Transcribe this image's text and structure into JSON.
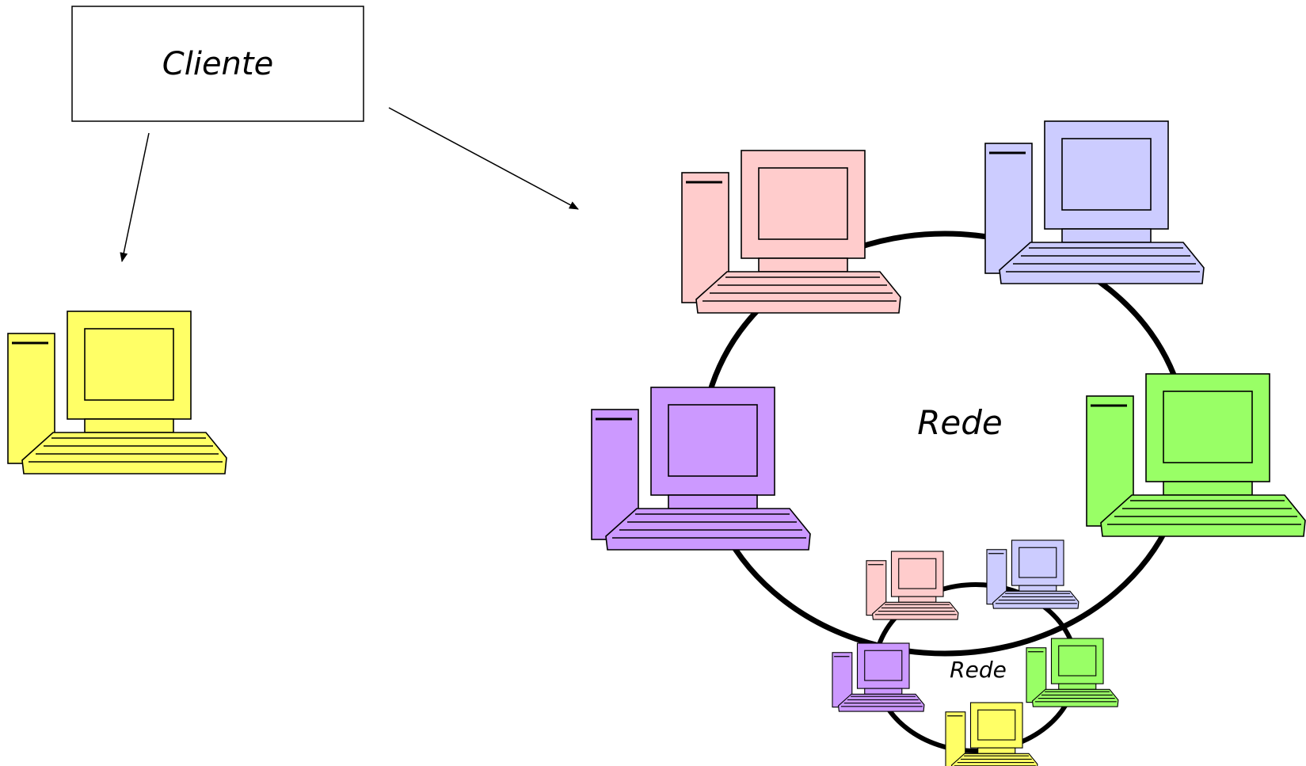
{
  "client_box": {
    "label": "Cliente"
  },
  "network_large": {
    "label": "Rede"
  },
  "network_small": {
    "label": "Rede"
  },
  "colors": {
    "yellow": "#FFFF66",
    "pink": "#FFCCCC",
    "lavender": "#CCCCFF",
    "purple": "#CC99FF",
    "green": "#99FF66",
    "outline": "#000000",
    "ring": "#000000"
  },
  "computers": [
    {
      "name": "client-computer",
      "color": "yellow"
    },
    {
      "name": "network-computer-pink",
      "color": "pink"
    },
    {
      "name": "network-computer-lavender",
      "color": "lavender"
    },
    {
      "name": "network-computer-purple",
      "color": "purple"
    },
    {
      "name": "network-computer-green",
      "color": "green"
    },
    {
      "name": "subnet-computer-pink",
      "color": "pink"
    },
    {
      "name": "subnet-computer-lavender",
      "color": "lavender"
    },
    {
      "name": "subnet-computer-purple",
      "color": "purple"
    },
    {
      "name": "subnet-computer-green",
      "color": "green"
    },
    {
      "name": "subnet-computer-yellow",
      "color": "yellow"
    }
  ]
}
